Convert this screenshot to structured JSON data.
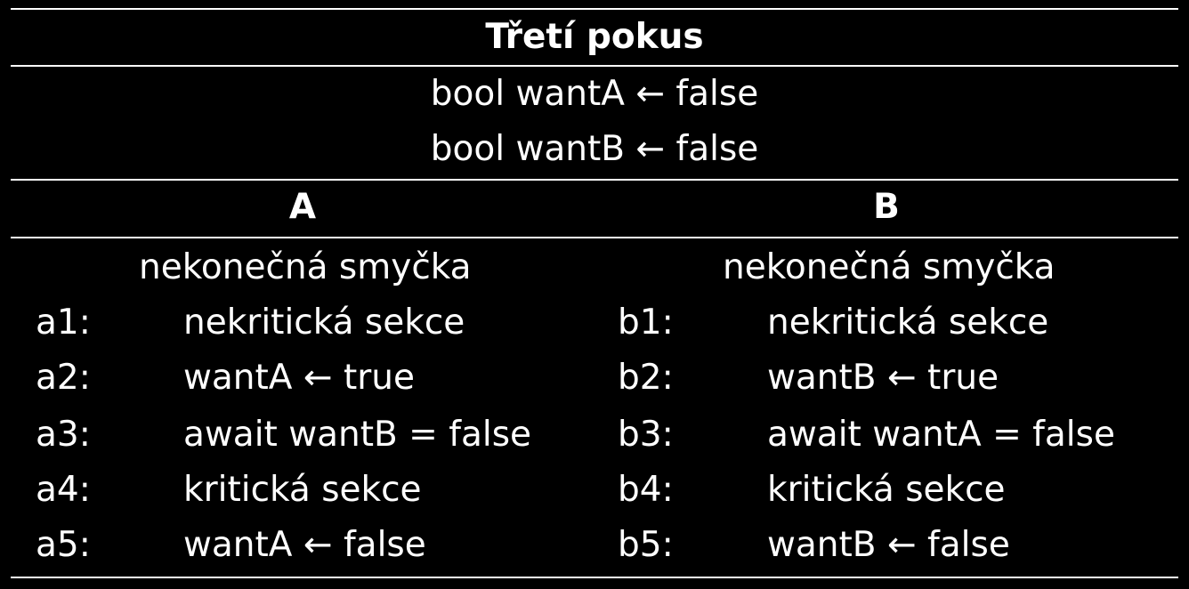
{
  "title": "Třetí pokus",
  "shared_vars": [
    "bool wantA ← false",
    "bool wantB ← false"
  ],
  "processes": [
    {
      "name": "A",
      "loop_label": "nekonečná smyčka",
      "steps": [
        {
          "label": "a1:",
          "code": "nekritická sekce"
        },
        {
          "label": "a2:",
          "code": "wantA ← true"
        },
        {
          "label": "a3:",
          "code": "await wantB = false"
        },
        {
          "label": "a4:",
          "code": "kritická sekce"
        },
        {
          "label": "a5:",
          "code": "wantA ← false"
        }
      ]
    },
    {
      "name": "B",
      "loop_label": "nekonečná smyčka",
      "steps": [
        {
          "label": "b1:",
          "code": "nekritická sekce"
        },
        {
          "label": "b2:",
          "code": "wantB ← true"
        },
        {
          "label": "b3:",
          "code": "await wantA = false"
        },
        {
          "label": "b4:",
          "code": "kritická sekce"
        },
        {
          "label": "b5:",
          "code": "wantB ← false"
        }
      ]
    }
  ]
}
